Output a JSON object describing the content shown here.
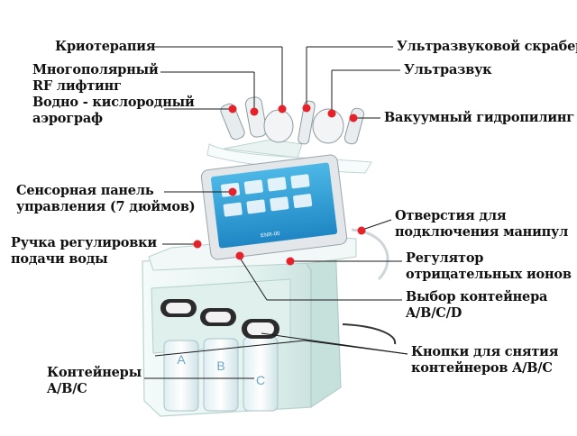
{
  "labels": {
    "cryotherapy": "Криотерапия",
    "multipolar_rf_line1": "Многополярный",
    "multipolar_rf_line2": "RF лифтинг",
    "oxygen_airbrush_line1": "Водно - кислородный",
    "oxygen_airbrush_line2": "аэрограф",
    "touch_panel_line1": "Сенсорная панель",
    "touch_panel_line2": "управления (7 дюймов)",
    "water_knob_line1": "Ручка регулировки",
    "water_knob_line2": "подачи воды",
    "containers_line1": "Контейнеры",
    "containers_line2": "A/B/C",
    "ultrasonic_scrubber": "Ультразвуковой скрабер",
    "ultrasound": "Ультразвук",
    "vacuum_hydropeeling": "Вакуумный гидропилинг",
    "handpiece_ports_line1": "Отверстия для",
    "handpiece_ports_line2": "подключения манипул",
    "negative_ion_line1": "Регулятор",
    "negative_ion_line2": "отрицательных ионов",
    "container_select_line1": "Выбор контейнера",
    "container_select_line2": "A/B/C/D",
    "release_buttons_line1": "Кнопки для снятия",
    "release_buttons_line2": "контейнеров A/B/C"
  },
  "device": {
    "container_letters": [
      "A",
      "B",
      "C"
    ],
    "screen_label": "ENR-00"
  },
  "colors": {
    "marker": "#e5222a",
    "leader_line": "#1a1a1a",
    "body": "#eef8f6",
    "body_shade": "#cfe6e2",
    "screen": "#3aa7d8",
    "frame": "#dfe3e6"
  }
}
